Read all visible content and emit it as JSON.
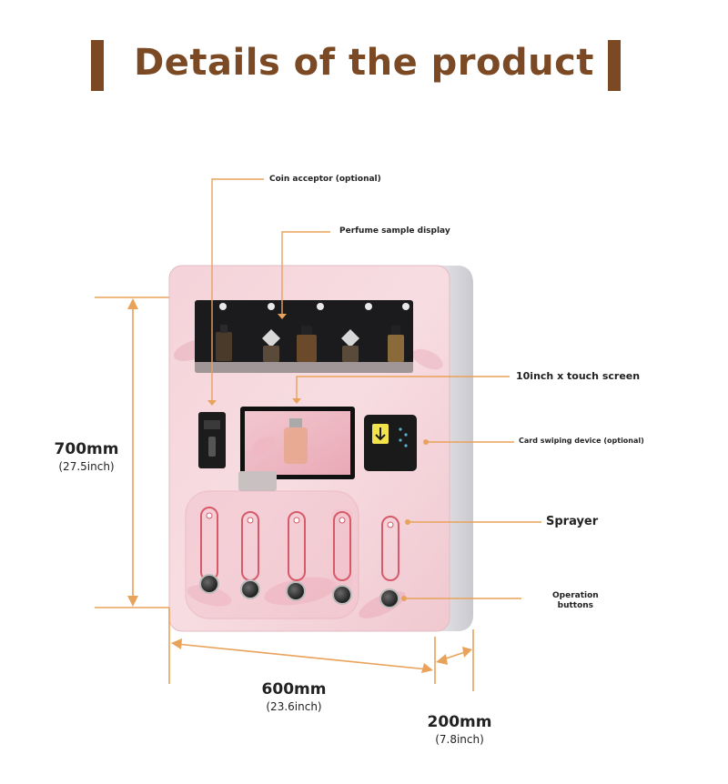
{
  "title": "Details of the product",
  "callouts": {
    "coin_acceptor": "Coin acceptor (optional)",
    "perfume_display": "Perfume sample display",
    "touch_screen": "10inch x touch screen",
    "card_swiping": "Card swiping device (optional)",
    "sprayer": "Sprayer",
    "operation_buttons_line1": "Operation",
    "operation_buttons_line2": "buttons"
  },
  "dimensions": {
    "height_mm": "700mm",
    "height_inch": "(27.5inch)",
    "width_mm": "600mm",
    "width_inch": "(23.6inch)",
    "depth_mm": "200mm",
    "depth_inch": "(7.8inch)"
  },
  "colors": {
    "title": "#7b4a24",
    "accent_line": "#e8a25a",
    "machine_body": "#f5d6dc"
  },
  "sprayer_count": 5,
  "bottle_count": 5
}
